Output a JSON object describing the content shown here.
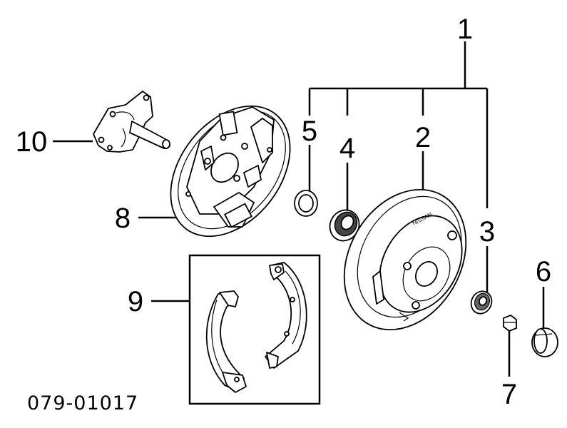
{
  "callouts": {
    "c1": "1",
    "c2": "2",
    "c3": "3",
    "c4": "4",
    "c5": "5",
    "c6": "6",
    "c7": "7",
    "c8": "8",
    "c9": "9",
    "c10": "10"
  },
  "diagram_code": "079-01017",
  "drum_label": "NISSAN"
}
